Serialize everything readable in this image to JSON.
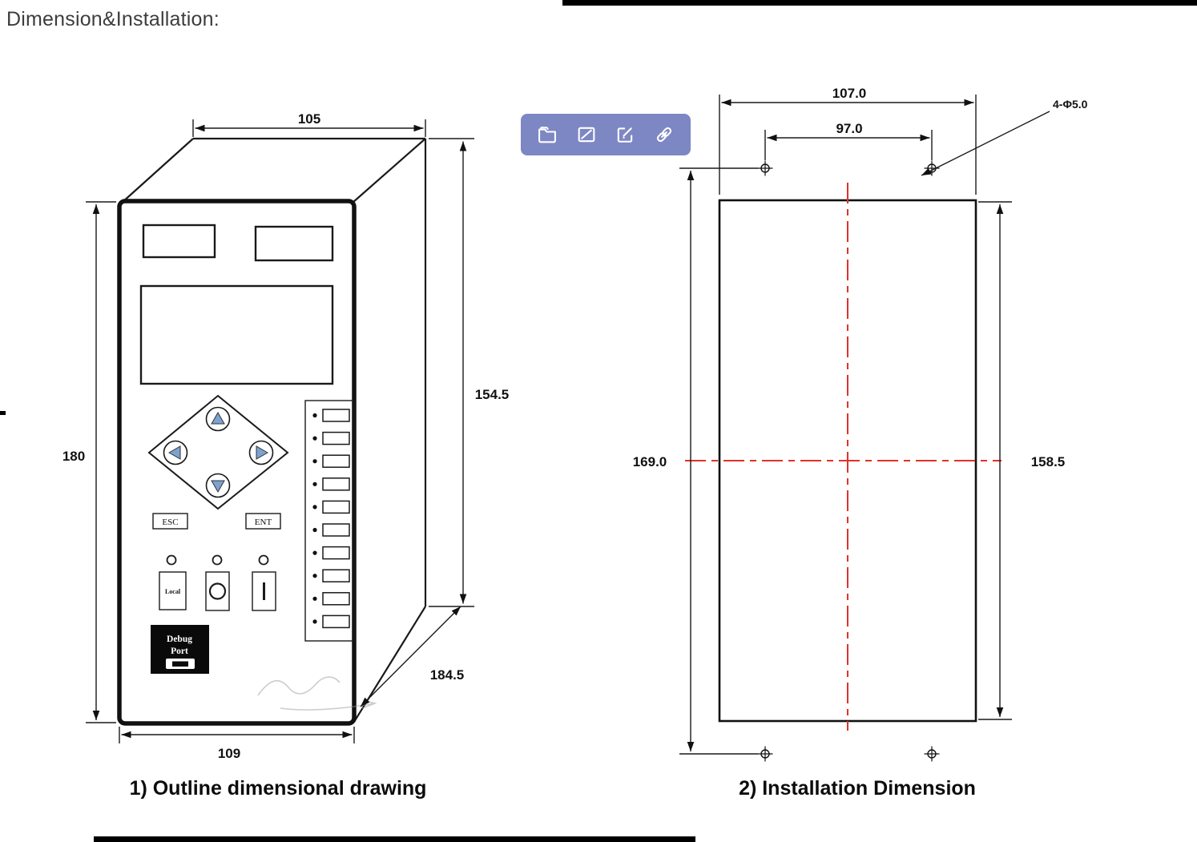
{
  "page": {
    "title": "Dimension&Installation:",
    "background": "#ffffff"
  },
  "toolbar": {
    "background": "#7d87c3",
    "icon_color": "#ffffff",
    "icons": [
      "folder",
      "image",
      "edit",
      "link"
    ]
  },
  "outline_drawing": {
    "caption": "1) Outline dimensional drawing",
    "dims": {
      "top_width": "105",
      "side_height": "154.5",
      "front_height": "180",
      "bottom_width": "109",
      "depth": "184.5"
    },
    "panel": {
      "esc": "ESC",
      "ent": "ENT",
      "local": "Local",
      "debug_line1": "Debug",
      "debug_line2": "Port",
      "nav_button_color": "#7ba3cf",
      "terminal_rows": 10
    }
  },
  "installation_drawing": {
    "caption": "2) Installation Dimension",
    "centerline_color": "#e03228",
    "dims": {
      "outer_width": "107.0",
      "hole_span": "97.0",
      "hole_spec": "4-Φ5.0",
      "outer_height": "169.0",
      "cutout_height": "158.5"
    }
  }
}
